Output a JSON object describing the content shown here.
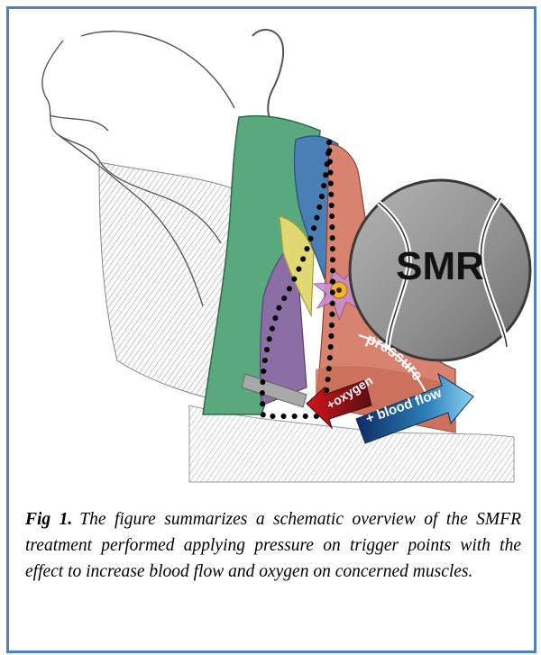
{
  "figure": {
    "ball_label": "SMR",
    "arrow_labels": {
      "pressure": "pressure",
      "oxygen": "+oxygen",
      "blood_flow": "+ blood flow"
    },
    "colors": {
      "frame_border": "#4f81bd",
      "green_muscle": "#5aa87e",
      "blue_muscle": "#4a7fb5",
      "salmon_muscle": "#d7836f",
      "yellow_muscle": "#e0d873",
      "purple_muscle": "#8b6ea3",
      "ball_gray": "#8e8e8e",
      "oxygen_arrow": "#c0141b",
      "blood_flow_arrow": "#1f6fa8"
    }
  },
  "caption": {
    "label": "Fig 1.",
    "text": "The figure summarizes a schematic overview of the SMFR treatment performed applying pressure on trigger points with the effect to increase blood flow and oxygen on concerned muscles."
  }
}
